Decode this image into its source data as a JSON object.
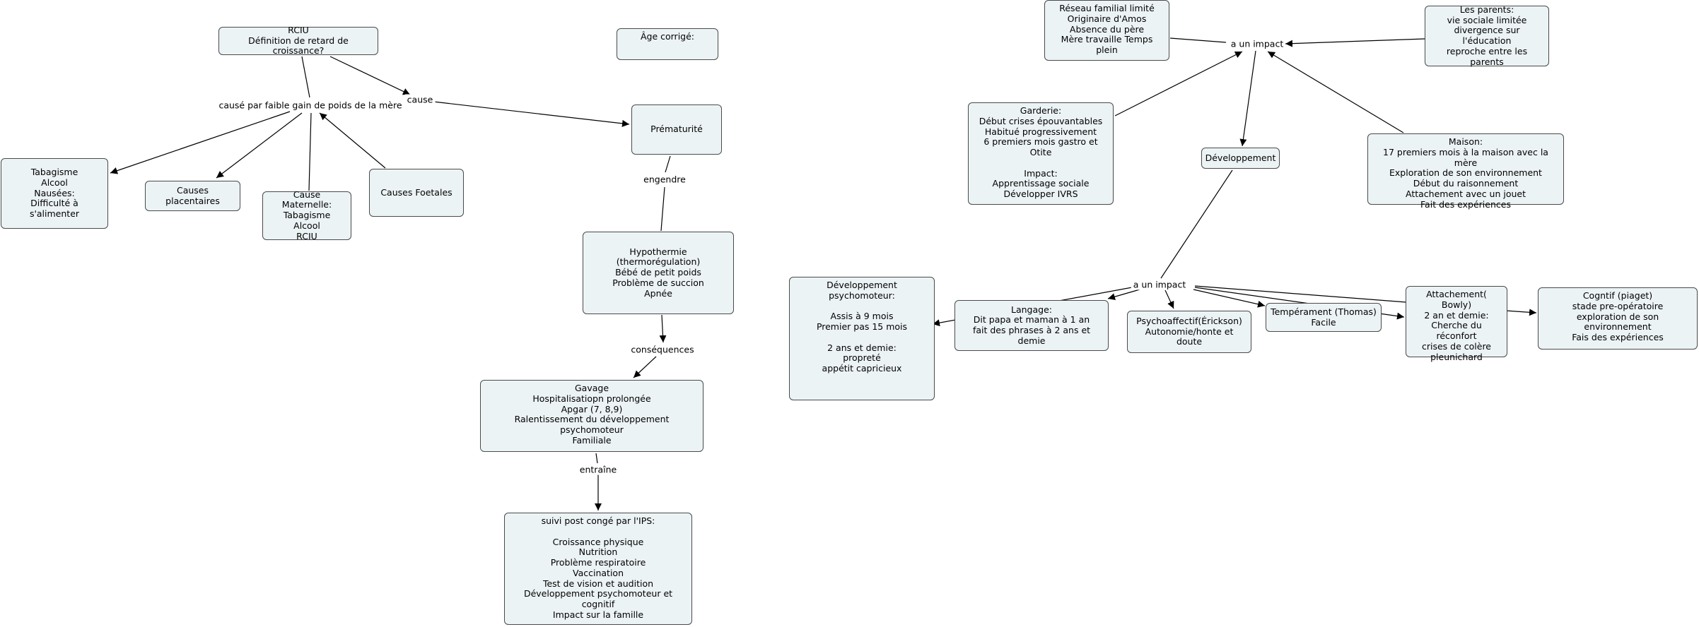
{
  "nodes": {
    "rciu": "RCIU\nDéfinition de retard de croissance?",
    "age_corrige": "Âge corrigé:",
    "tabagisme": "Tabagisme\nAlcool\nNausées:\nDifficulté à s'alimenter",
    "causes_placentaires": "Causes placentaires",
    "cause_maternelle": "Cause Maternelle:\nTabagisme\nAlcool\nRCIU",
    "causes_foetales": "Causes Foetales",
    "prematurite": "Prématurité",
    "hypothermie": "Hypothermie (thermorégulation)\nBébé de petit poids\nProblème de succion\nApnée",
    "gavage": "Gavage\nHospitalisatiopn prolongée\nApgar (7, 8,9)\nRalentissement du développement psychomoteur\nFamiliale",
    "suivi": "suivi post congé par l'IPS:\n\nCroissance physique\nNutrition\nProblème respiratoire\nVaccination\nTest de vision et audition\nDéveloppement psychomoteur et cognitif\nImpact sur la famille",
    "reseau": "Réseau familial limité\nOriginaire d'Amos\nAbsence du père\nMère travaille Temps plein",
    "parents": "Les parents:\nvie sociale limitée\ndivergence sur l'éducation\nreproche entre les parents",
    "garderie": "Garderie:\nDébut crises épouvantables\nHabitué progressivement\n6 premiers mois gastro et Otite\n\nImpact:\nApprentissage sociale\nDévelopper IVRS",
    "maison": "Maison:\n17 premiers mois à la maison avec la mère\nExploration de son environnement\nDébut du raisonnement\nAttachement avec un jouet\nFait des expériences",
    "developpement": "Développement",
    "dev_psychomoteur": "Développement psychomoteur:\n\nAssis à 9 mois\nPremier pas 15 mois\n\n2 ans et demie:\npropreté\nappétit capricieux",
    "langage": "Langage:\nDit papa et maman à 1 an\nfait des phrases à 2 ans et demie",
    "psychoaffectif": "Psychoaffectif(Érickson)\nAutonomie/honte et doute",
    "temperament": "Tempérament (Thomas)\nFacile",
    "attachement": "Attachement( Bowly)\n2 an et demie:\nCherche du réconfort\ncrises de colère\npleunichard",
    "cognitif": "Cogntif (piaget)\nstade pre-opératoire\nexploration de son environnement\nFais des expériences"
  },
  "labels": {
    "cause_par": "causé par faible gain de poids de la mère",
    "cause": "cause",
    "engendre": "engendre",
    "consequences": "conséquences",
    "entraine": "entraîne",
    "impact_top": "a un impact",
    "impact_mid": "a un impact"
  }
}
